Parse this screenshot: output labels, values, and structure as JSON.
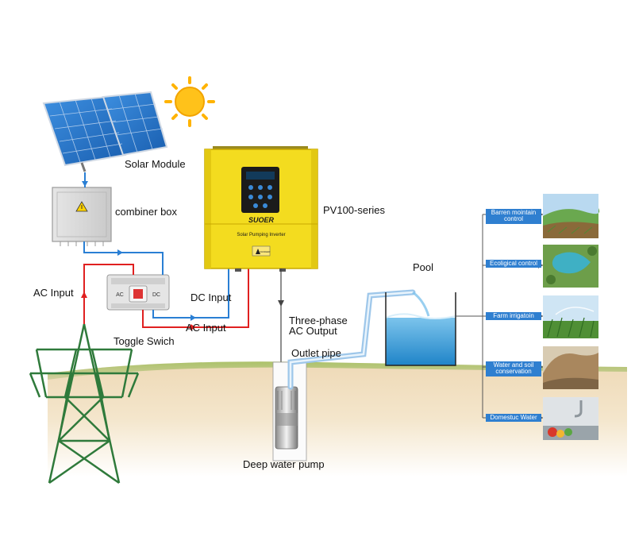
{
  "diagram": {
    "labels": {
      "solar_module": "Solar Module",
      "combiner_box": "combiner box",
      "ac_input_left": "AC Input",
      "dc_input": "DC Input",
      "ac_input_mid": "AC Input",
      "toggle_switch": "Toggle Swich",
      "inverter_series": "PV100-series",
      "three_phase": "Three-phase",
      "ac_output": "AC Output",
      "outlet_pipe": "Outlet pipe",
      "pool": "Pool",
      "deep_water_pump": "Deep water pump"
    },
    "inverter": {
      "brand": "SUOER",
      "title": "Solar Pumping Inverter",
      "warning": "DANGER"
    },
    "switch": {
      "left": "AC",
      "right": "DC"
    },
    "applications": [
      {
        "label": "Barren mointain control",
        "scene": "barren-mountain"
      },
      {
        "label": "Ecoligical control",
        "scene": "ecological"
      },
      {
        "label": "Farm irrigatoin",
        "scene": "farm"
      },
      {
        "label": "Water and soil conservation",
        "scene": "soil"
      },
      {
        "label": "Domestuc Water",
        "scene": "domestic"
      }
    ],
    "colors": {
      "dc_line": "#2a7fd4",
      "ac_line": "#e02020",
      "inverter_body": "#f3dc1f",
      "tower": "#2f7a3b",
      "label_bg": "#2f7fd0"
    }
  }
}
